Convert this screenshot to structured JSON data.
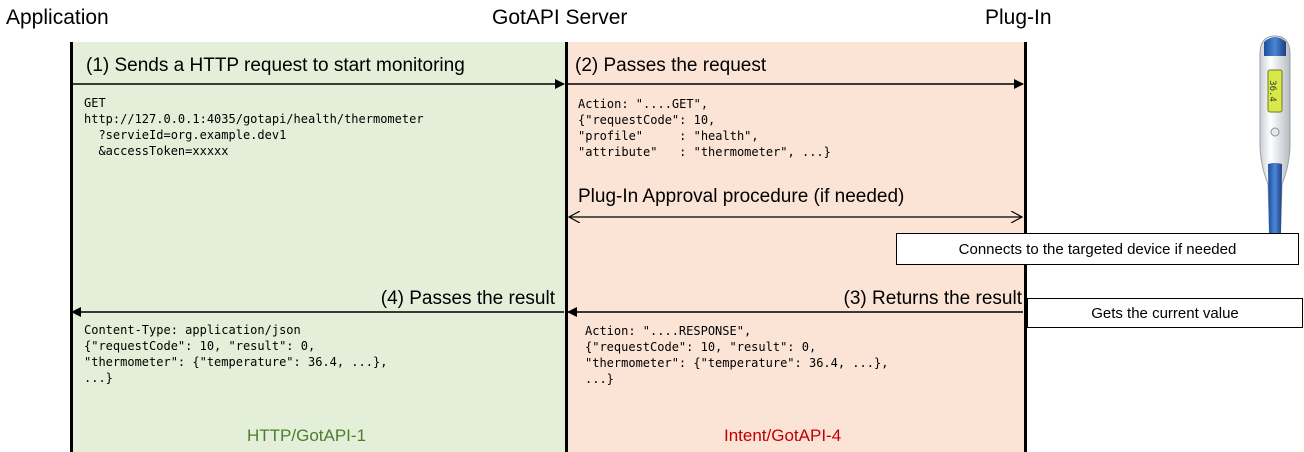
{
  "lanes": {
    "application": "Application",
    "server": "GotAPI Server",
    "plugin": "Plug-In"
  },
  "messages": {
    "m1": "(1) Sends a HTTP request to start monitoring",
    "m2": "(2) Passes the request",
    "approval": "Plug-In Approval procedure (if needed)",
    "m3": "(3) Returns the result",
    "m4": "(4) Passes the result"
  },
  "code": {
    "request_http": "GET\nhttp://127.0.0.1:4035/gotapi/health/thermometer\n  ?servieId=org.example.dev1\n  &accessToken=xxxxx",
    "request_intent": "Action: \"....GET\",\n{\"requestCode\": 10,\n\"profile\"     : \"health\",\n\"attribute\"   : \"thermometer\", ...}",
    "response_intent": "Action: \"....RESPONSE\",\n{\"requestCode\": 10, \"result\": 0,\n\"thermometer\": {\"temperature\": 36.4, ...},\n...}",
    "response_http": "Content-Type: application/json\n{\"requestCode\": 10, \"result\": 0,\n\"thermometer\": {\"temperature\": 36.4, ...},\n...}"
  },
  "notes": {
    "connect": "Connects to the targeted device if needed",
    "current": "Gets the current value"
  },
  "footers": {
    "left": "HTTP/GotAPI-1",
    "right": "Intent/GotAPI-4"
  },
  "colors": {
    "left_zone": "#e3efd9",
    "right_zone": "#fbe3d6",
    "left_footer": "#4f7d2c",
    "right_footer": "#c00000"
  },
  "device": {
    "display_value": "36.4"
  }
}
